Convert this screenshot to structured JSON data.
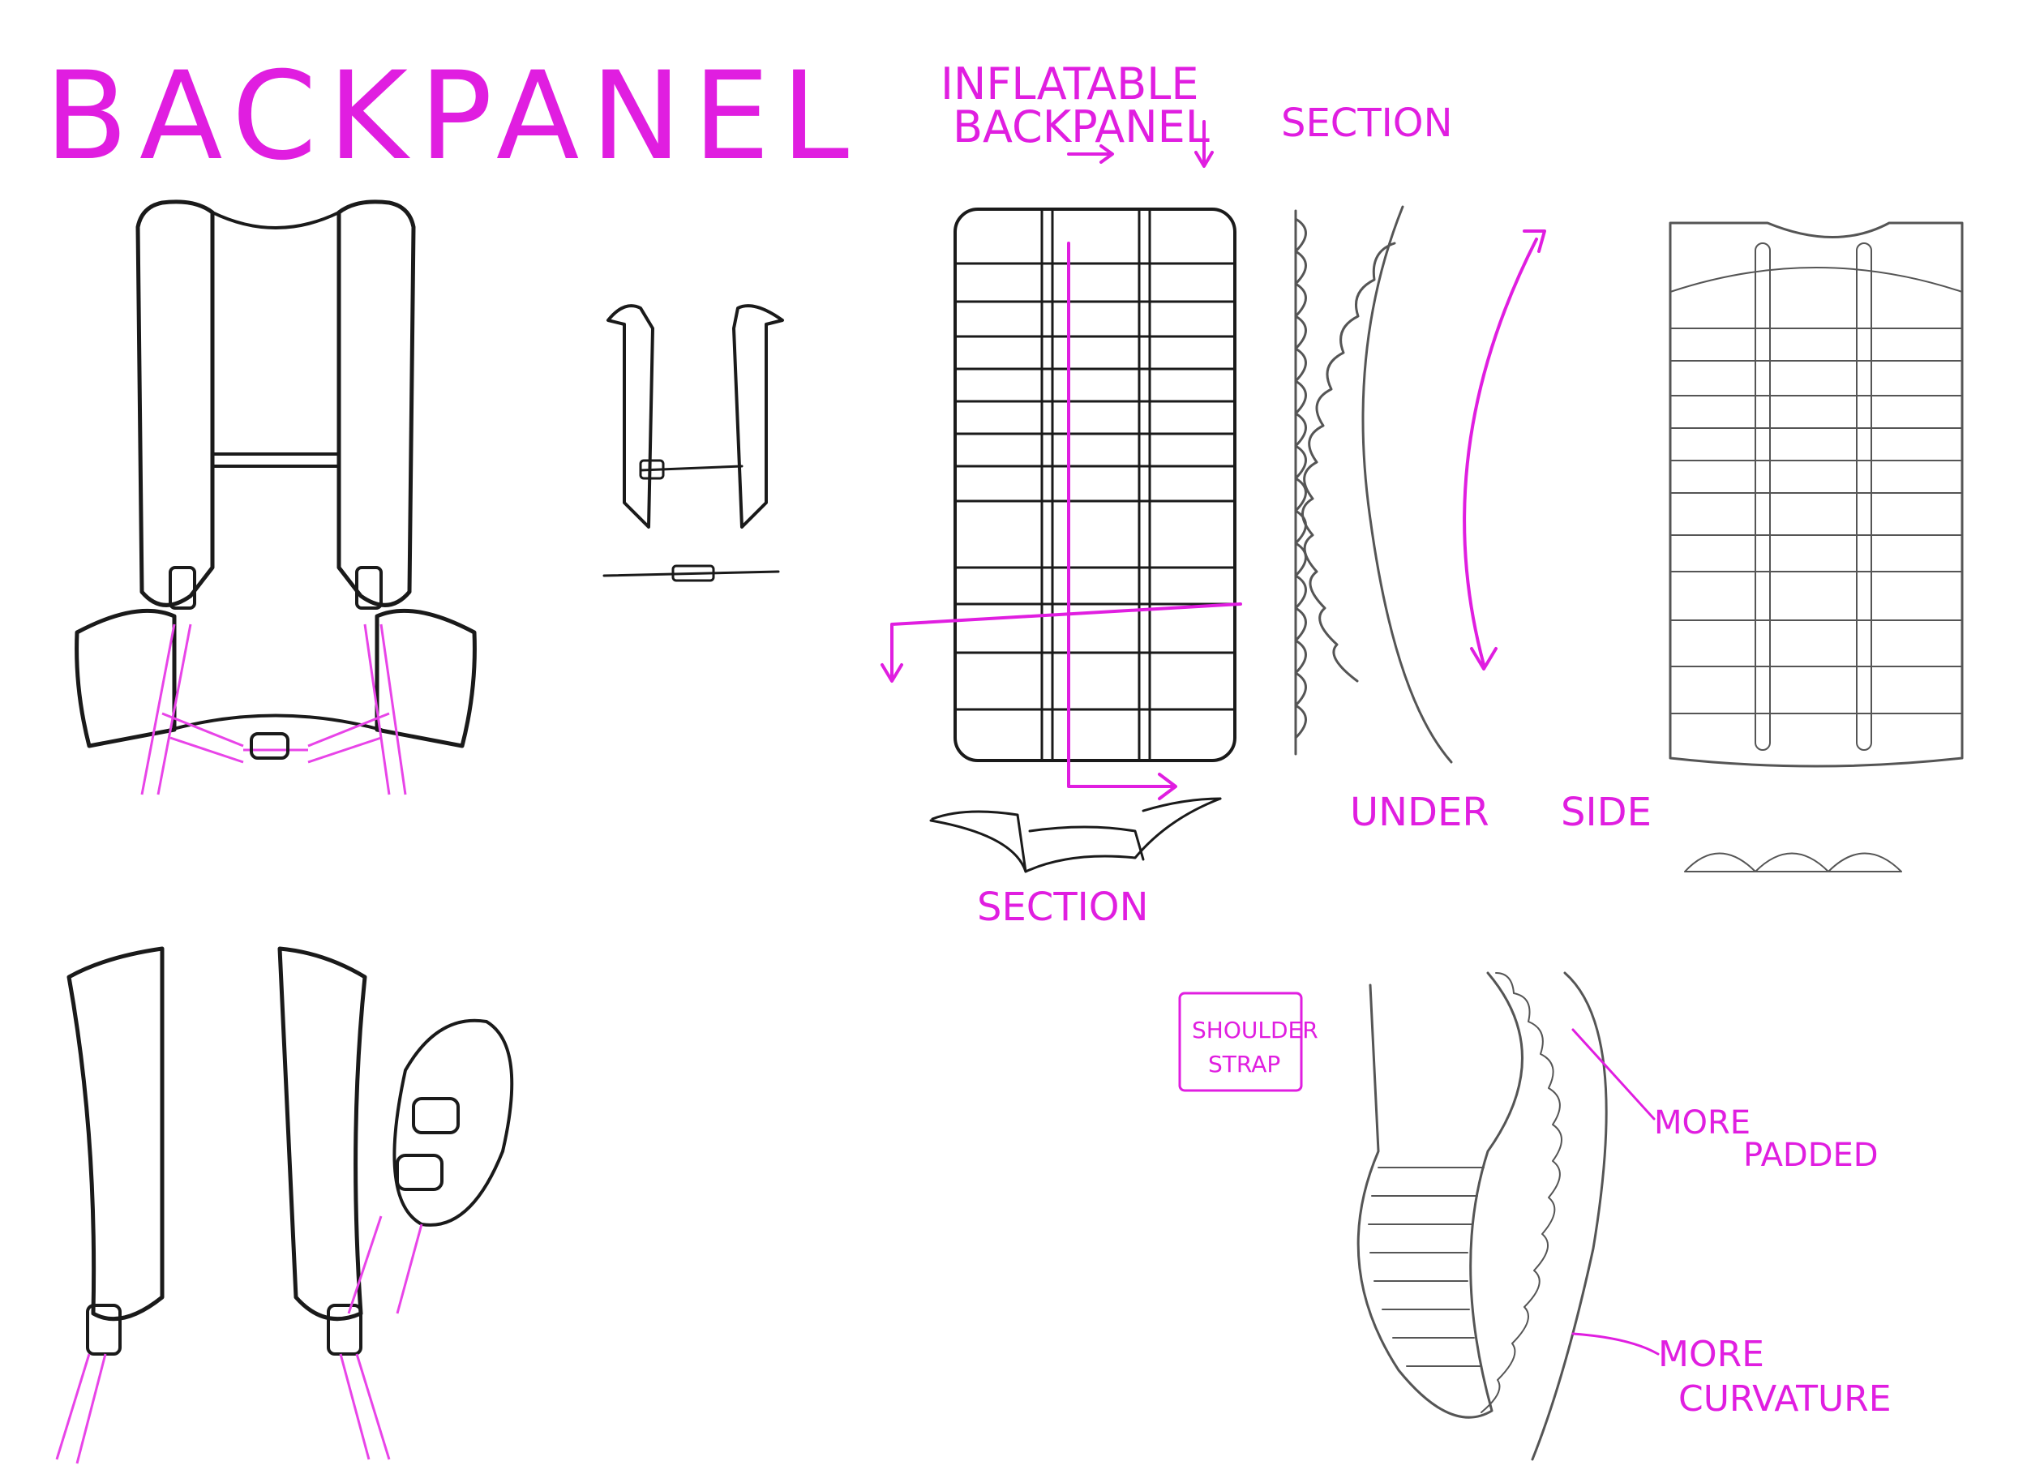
{
  "title": "BACKPANEL",
  "labels": {
    "inflatable_line1": "INFLATABLE",
    "inflatable_line2": "BACKPANEL",
    "section_top": "SECTION",
    "section_bottom": "SECTION",
    "under": "UNDER",
    "side": "SIDE",
    "shoulder_line1": "SHOULDER",
    "shoulder_line2": "STRAP",
    "more_padded_line1": "MORE",
    "more_padded_line2": "PADDED",
    "more_curvature_line1": "MORE",
    "more_curvature_line2": "CURVATURE"
  },
  "colors": {
    "accent": "#e01ee0",
    "ink": "#1a1a1a",
    "pencil": "#555555",
    "background": "#ffffff"
  }
}
